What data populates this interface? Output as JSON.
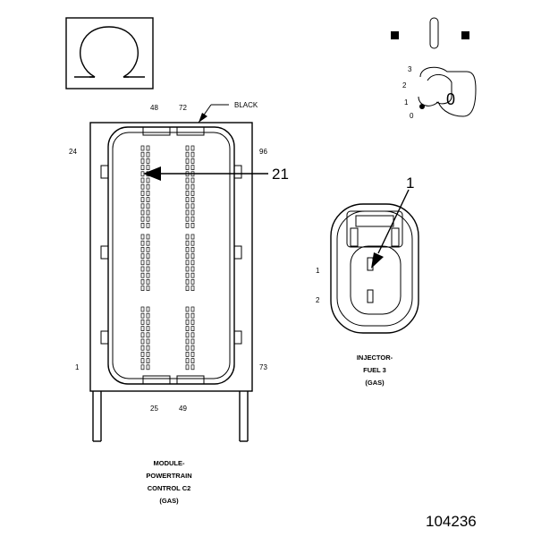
{
  "ecm": {
    "pin_numbers": {
      "p48": "48",
      "p72": "72",
      "p24": "24",
      "p96": "96",
      "p1": "1",
      "p73": "73",
      "p25": "25",
      "p49": "49"
    },
    "color_label": "BLACK",
    "callout": "21",
    "caption": [
      "MODULE-",
      "POWERTRAIN",
      "CONTROL C2",
      "(GAS)"
    ]
  },
  "injector": {
    "callout": "1",
    "pin_1": "1",
    "pin_2": "2",
    "caption": [
      "INJECTOR-",
      "FUEL 3",
      "(GAS)"
    ]
  },
  "ignition": {
    "positions": [
      "3",
      "2",
      "1",
      "0"
    ],
    "key_label": "0"
  },
  "figure_number": "104236"
}
